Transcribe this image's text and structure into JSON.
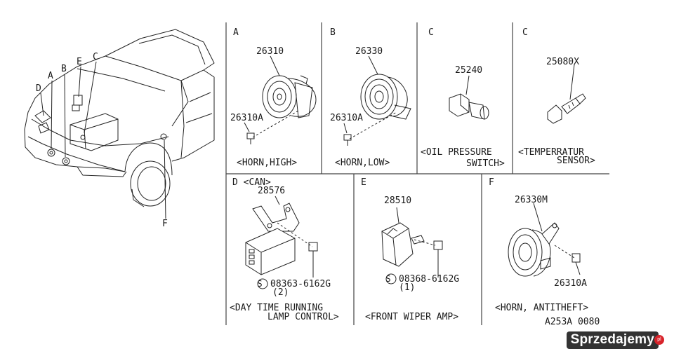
{
  "overview": {
    "labels": [
      "A",
      "B",
      "E",
      "C",
      "D",
      "F"
    ]
  },
  "panels": {
    "a": {
      "letter": "A",
      "part": "26310",
      "bolt": "26310A",
      "caption": "<HORN,HIGH>"
    },
    "b": {
      "letter": "B",
      "part": "26330",
      "bolt": "26310A",
      "caption": "<HORN,LOW>"
    },
    "c1": {
      "letter": "C",
      "part": "25240",
      "caption_line1": "<OIL PRESSURE",
      "caption_line2": "SWITCH>"
    },
    "c2": {
      "letter": "C",
      "part": "25080X",
      "caption_line1": "<TEMPERRATUR",
      "caption_line2": "SENSOR>"
    },
    "d": {
      "letter": "D <CAN>",
      "part": "28576",
      "screw": "08363-6162G",
      "qty": "(2)",
      "screw_symbol": "S",
      "caption_line1": "<DAY TIME RUNNING",
      "caption_line2": "LAMP CONTROL>"
    },
    "e": {
      "letter": "E",
      "part": "28510",
      "screw": "08368-6162G",
      "qty": "(1)",
      "screw_symbol": "S",
      "caption": "<FRONT WIPER AMP>"
    },
    "f": {
      "letter": "F",
      "part": "26330M",
      "bolt": "26310A",
      "caption": "<HORN, ANTITHEFT>"
    }
  },
  "diagram_code": "A253A 0080",
  "watermark": {
    "text": "Sprzedajemy",
    "badge": "pl"
  }
}
